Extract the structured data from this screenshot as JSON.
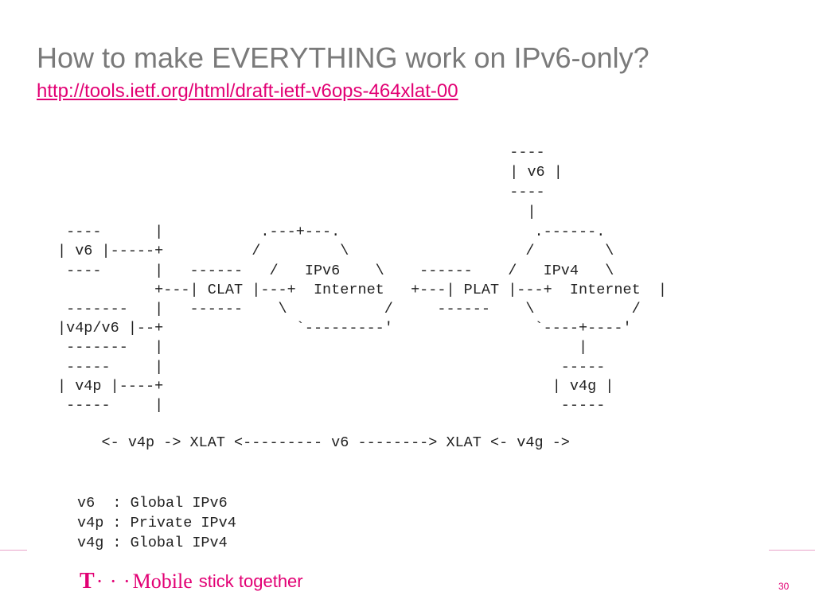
{
  "slide": {
    "title": "How to make EVERYTHING work on IPv6-only?",
    "link": "http://tools.ietf.org/html/draft-ietf-v6ops-464xlat-00",
    "page_number": "30"
  },
  "diagram": {
    "lines": [
      "                      ----",
      "                      | v6 |",
      "                      ----",
      "                        |",
      " ----      |           .---+---.                      .------.",
      "| v6 |-----+          /         \\                    /        \\",
      " ----      |   ------   /   IPv6    \\    ------    /   IPv4   \\",
      "           +---| CLAT |---+  Internet   +---| PLAT |---+  Internet  |",
      " -------   |   ------    \\           /     ------    \\           /",
      "|v4p/v6 |--+               `---------'                `----+----'",
      " -------   |                                               |",
      " -----     |                                             -----",
      "| v4p |----+                                            | v4g |",
      " -----     |                                             -----",
      "",
      "     <- v4p -> XLAT <--------- v6 --------> XLAT <- v4g ->"
    ],
    "legend": [
      "v6  : Global IPv6",
      "v4p : Private IPv4",
      "v4g : Global IPv4"
    ]
  },
  "footer": {
    "logo_t": "T",
    "logo_dots": "· · ·",
    "logo_brand": "Mobile",
    "logo_tagline": "stick together"
  },
  "colors": {
    "brand": "#e20074",
    "title": "#7a7a7a"
  }
}
